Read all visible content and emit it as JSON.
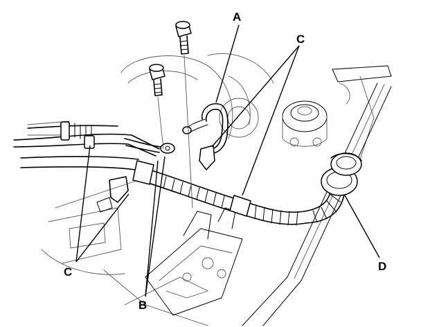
{
  "callouts": {
    "a": "A",
    "b": "B",
    "c_top": "C",
    "c_left": "C",
    "d": "D"
  }
}
